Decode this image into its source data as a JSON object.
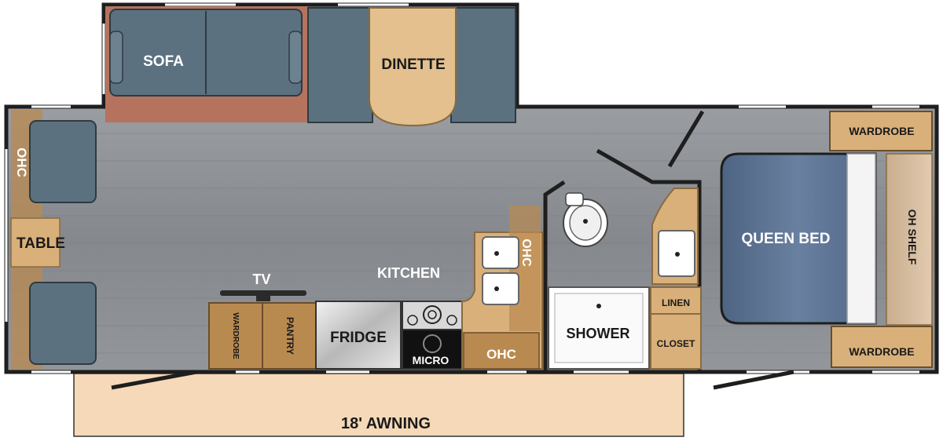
{
  "labels": {
    "sofa": "SOFA",
    "dinette": "DINETTE",
    "wardrobe_top": "WARDROBE",
    "ohc_left": "OHC",
    "table": "TABLE",
    "tv": "TV",
    "kitchen": "KITCHEN",
    "ohc_sink": "OHC",
    "queen_bed": "QUEEN BED",
    "oh_shelf": "OH SHELF",
    "wardrobe_small": "WARDROBE",
    "pantry": "PANTRY",
    "fridge": "FRIDGE",
    "micro": "MICRO",
    "ohc_counter": "OHC",
    "shower": "SHOWER",
    "linen": "LINEN",
    "closet": "CLOSET",
    "wardrobe_bottom": "WARDROBE",
    "awning": "18' AWNING"
  },
  "colors": {
    "floor": "#8c8f94",
    "wall": "#1e1e1e",
    "upholstery": "#5c7180",
    "cabinet": "#b98a50",
    "cabinet_light": "#d9b07a",
    "awning": "#f5d9b8",
    "bed": "#5d7391",
    "rug": "#b5735e"
  }
}
